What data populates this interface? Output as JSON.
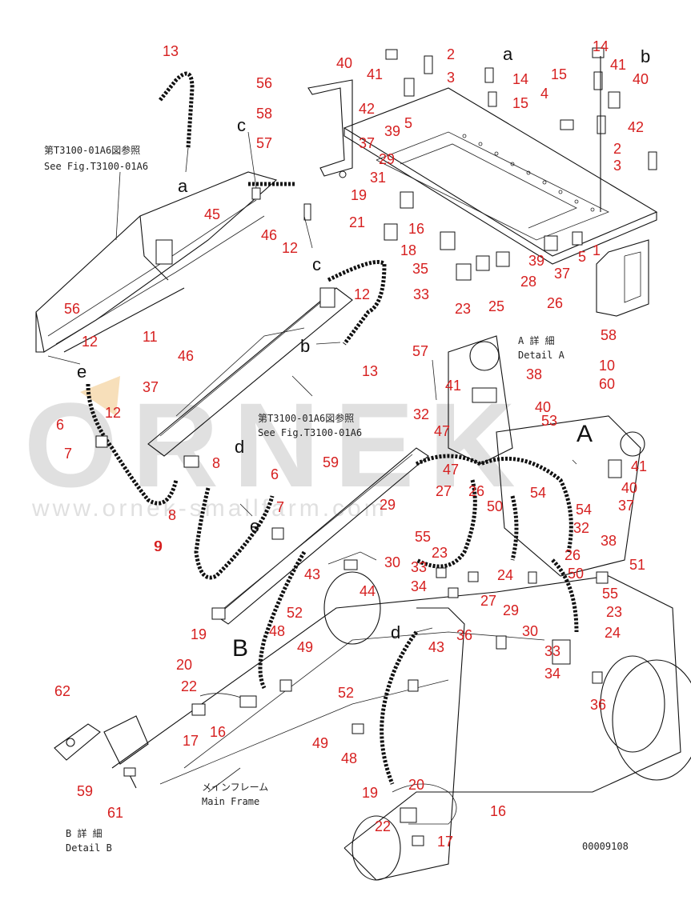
{
  "diagram": {
    "drawing_number": "00009108",
    "references": [
      {
        "jp": "第T3100-01A6図参照",
        "en": "See Fig.T3100-01A6"
      },
      {
        "jp": "第T3100-01A6図参照",
        "en": "See Fig.T3100-01A6"
      }
    ],
    "details": [
      {
        "letter": "A",
        "jp": "A 詳 細",
        "en": "Detail A"
      },
      {
        "letter": "B",
        "jp": "B 詳 細",
        "en": "Detail B"
      }
    ],
    "main_frame": {
      "jp": "メインフレーム",
      "en": "Main Frame"
    },
    "connection_letters": [
      "a",
      "a",
      "b",
      "b",
      "c",
      "c",
      "d",
      "d",
      "e",
      "e",
      "A",
      "B"
    ],
    "callouts": [
      "13",
      "40",
      "41",
      "2",
      "3",
      "14",
      "41",
      "15",
      "40",
      "56",
      "42",
      "14",
      "15",
      "4",
      "42",
      "58",
      "5",
      "39",
      "57",
      "37",
      "29",
      "2",
      "3",
      "31",
      "19",
      "16",
      "21",
      "45",
      "46",
      "12",
      "18",
      "1",
      "39",
      "5",
      "35",
      "28",
      "37",
      "33",
      "23",
      "25",
      "26",
      "56",
      "12",
      "11",
      "12",
      "46",
      "13",
      "58",
      "60",
      "57",
      "10",
      "37",
      "41",
      "38",
      "40",
      "6",
      "12",
      "32",
      "53",
      "47",
      "7",
      "8",
      "59",
      "47",
      "41",
      "27",
      "26",
      "6",
      "29",
      "54",
      "40",
      "9",
      "50",
      "37",
      "7",
      "32",
      "8",
      "55",
      "54",
      "38",
      "26",
      "9",
      "30",
      "23",
      "43",
      "33",
      "24",
      "50",
      "51",
      "44",
      "34",
      "27",
      "52",
      "55",
      "29",
      "23",
      "48",
      "43",
      "36",
      "19",
      "30",
      "24",
      "49",
      "20",
      "33",
      "22",
      "52",
      "34",
      "62",
      "17",
      "16",
      "36",
      "49",
      "48",
      "59",
      "61",
      "19",
      "20",
      "16",
      "22",
      "17"
    ]
  },
  "watermark": {
    "brand": "ORNEK",
    "url": "www.ornek-smallfarm.com"
  },
  "colors": {
    "callout": "#d61f1f",
    "line": "#111111",
    "watermark": "#c8c8c8",
    "accent_triangle": "#e8a23a"
  }
}
